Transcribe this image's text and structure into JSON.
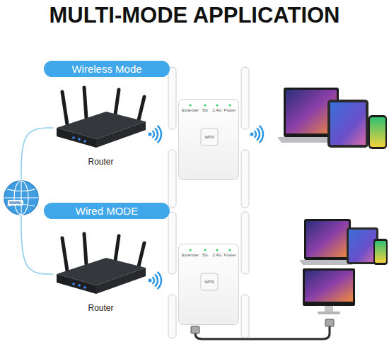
{
  "diagram": {
    "title": "MULTI-MODE APPLICATION",
    "nodes": [
      {
        "text": [
          "Wireless Mode"
        ]
      },
      {
        "text": [
          "Router"
        ]
      },
      {
        "text": [
          "Extender",
          "5G",
          "2.4G",
          "Power",
          "WPS"
        ]
      },
      {
        "text": [
          "www."
        ]
      },
      {
        "text": [
          "Wired MODE"
        ]
      },
      {
        "text": [
          "Router"
        ]
      },
      {
        "text": [
          "Extender",
          "5G",
          "2.4G",
          "Power",
          "WPS"
        ]
      }
    ],
    "edges": [
      {
        "from": 3,
        "to": 1,
        "arrow": "none"
      },
      {
        "from": 3,
        "to": 5,
        "arrow": "none"
      }
    ]
  }
}
